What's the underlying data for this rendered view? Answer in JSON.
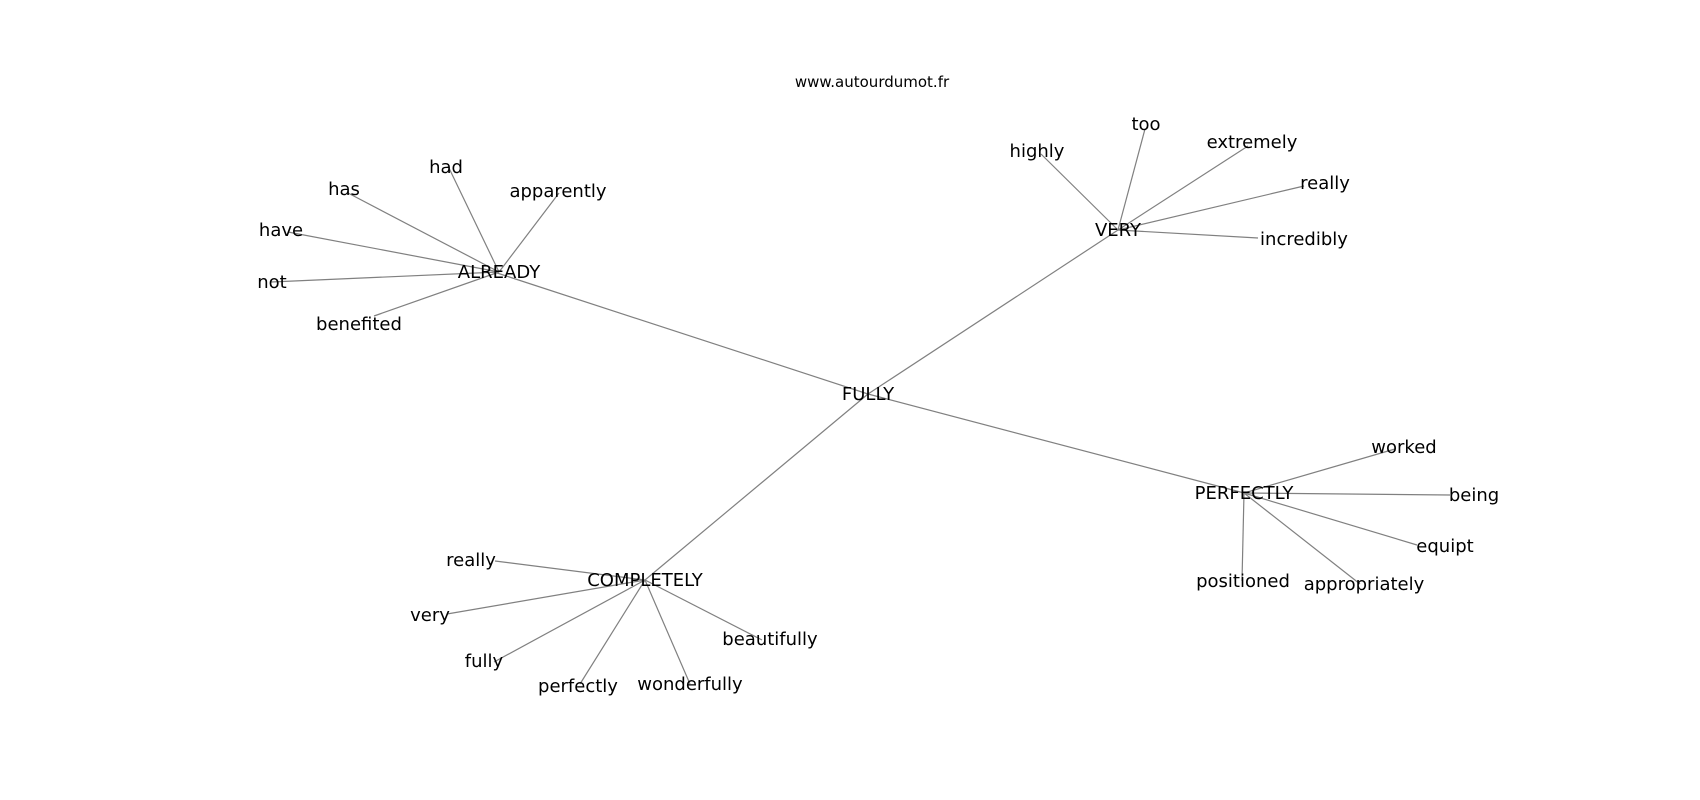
{
  "source_label": "www.autourdumot.fr",
  "center": "FULLY",
  "clusters": [
    {
      "hub": "ALREADY",
      "words": [
        "has",
        "had",
        "apparently",
        "have",
        "not",
        "benefited"
      ]
    },
    {
      "hub": "VERY",
      "words": [
        "highly",
        "too",
        "extremely",
        "really",
        "incredibly"
      ]
    },
    {
      "hub": "PERFECTLY",
      "words": [
        "worked",
        "being",
        "equipt",
        "positioned",
        "appropriately"
      ]
    },
    {
      "hub": "COMPLETELY",
      "words": [
        "really",
        "very",
        "fully",
        "perfectly",
        "wonderfully",
        "beautifully"
      ]
    }
  ],
  "colors": {
    "edge": "#808080",
    "text": "#000000",
    "background": "#ffffff"
  }
}
